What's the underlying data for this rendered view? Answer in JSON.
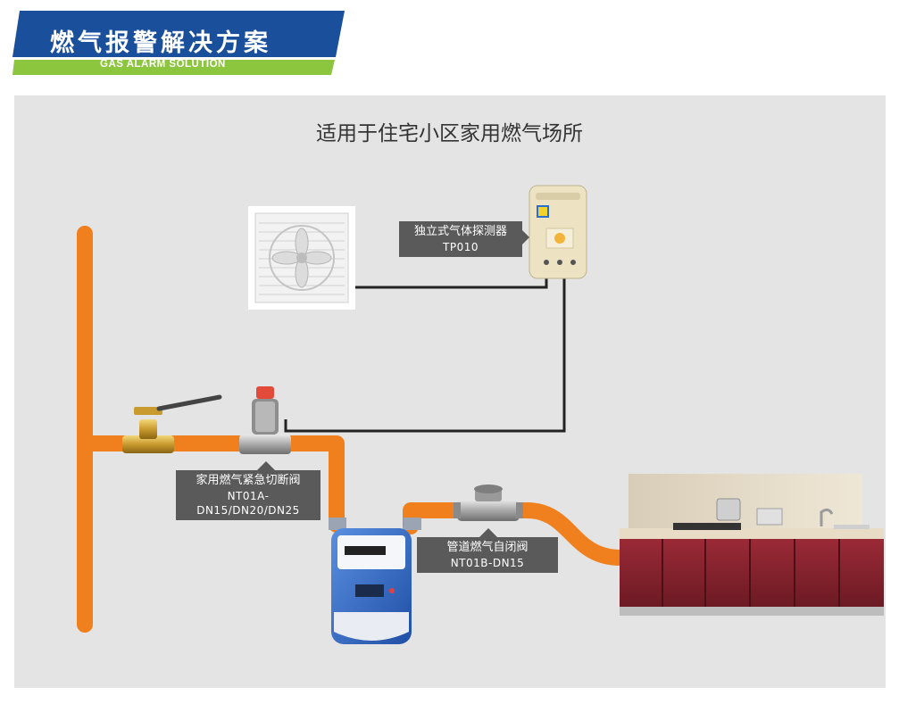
{
  "header": {
    "title": "燃气报警解决方案",
    "subtitle": "GAS ALARM SOLUTION",
    "colors": {
      "blue": "#1a4f9c",
      "green": "#8cc63f"
    }
  },
  "scene": {
    "title": "适用于住宅小区家用燃气场所",
    "colors": {
      "pipe": "#f07f1e",
      "wire": "#222222",
      "panel": "#e4e4e4",
      "label": "#5a5a5a"
    }
  },
  "devices": {
    "detector": {
      "name": "独立式气体探测器",
      "model": "TP010"
    },
    "valve": {
      "name": "家用燃气紧急切断阀",
      "model": "NT01A-DN15/DN20/DN25"
    },
    "auto_valve": {
      "name": "管道燃气自闭阀",
      "model": "NT01B-DN15"
    },
    "fan": {
      "icon": "exhaust-fan-icon"
    },
    "meter": {
      "icon": "gas-meter-icon"
    },
    "ball_valve": {
      "icon": "ball-valve-icon"
    },
    "kitchen": {
      "icon": "kitchen-cabinet-icon"
    }
  }
}
